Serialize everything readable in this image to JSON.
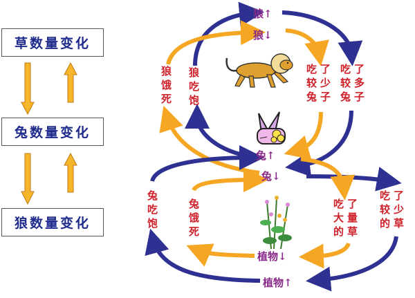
{
  "left_panel": {
    "boxes": [
      {
        "label": "草数量变化"
      },
      {
        "label": "兔数量变化"
      },
      {
        "label": "狼数量变化"
      }
    ]
  },
  "diagram": {
    "nodes": {
      "wolf_up": "狼↑",
      "wolf_down": "狼↓",
      "rabbit_up": "兔↑",
      "rabbit_down": "兔↓",
      "plant_down": "植物↓",
      "plant_up": "植物↑"
    },
    "wolf_cycle_labels": {
      "wolf_starve": [
        "狼",
        "饿",
        "死"
      ],
      "wolf_full": [
        "狼",
        "吃",
        "饱"
      ],
      "ate_fewer_rabbits": [
        [
          "吃",
          "较",
          "兔"
        ],
        [
          "了",
          "少",
          "子"
        ]
      ],
      "ate_more_rabbits": [
        [
          "吃",
          "较",
          "兔"
        ],
        [
          "了",
          "多",
          "子"
        ]
      ]
    },
    "rabbit_cycle_labels": {
      "rabbit_full": [
        "兔",
        "吃",
        "饱"
      ],
      "rabbit_starve": [
        "兔",
        "饿",
        "死"
      ],
      "ate_much_grass": [
        [
          "吃",
          "大",
          "的"
        ],
        [
          "了",
          "量",
          "草"
        ]
      ],
      "ate_less_grass": [
        [
          "吃",
          "较",
          "的"
        ],
        [
          "了",
          "少",
          "草"
        ]
      ]
    },
    "icons": [
      "wolf-icon",
      "rabbit-icon",
      "plant-icon"
    ],
    "colors": {
      "blue_arrow": "#2e3192",
      "orange_arrow": "#f5a623",
      "node_text": "#8a2a8a",
      "label_text": "#d0202a",
      "box_text": "#1e2a8c"
    }
  }
}
